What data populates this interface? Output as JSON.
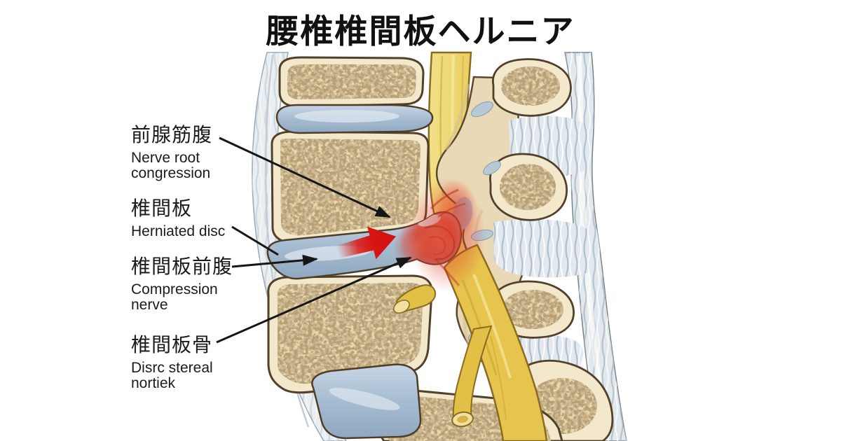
{
  "title": "腰椎椎間板ヘルニア",
  "labels": [
    {
      "jp": "前腺筋腹",
      "en": "Nerve root congression"
    },
    {
      "jp": "椎間板",
      "en": "Herniated disc"
    },
    {
      "jp": "椎間板前腹",
      "en": "Compression nerve"
    },
    {
      "jp": "椎間板骨",
      "en": "Disrc stereal nortiek"
    }
  ],
  "figure": {
    "subject": "sagittal section of lumbar spine with herniated disc compressing the nerve root",
    "parts": {
      "vertebra": "vertebral body (spongy bone)",
      "disc": "intervertebral disc",
      "herniation": "herniated disc bulge with inflammation",
      "nerve": "spinal nerve / cauda equina",
      "spinous": "spinous process",
      "ligament": "spinal ligaments"
    },
    "colors": {
      "background": "#ffffff",
      "bone": "#f3e8cc",
      "bone_speckle": "#9a7c4f",
      "disc_blue": "#9fb6cc",
      "nerve_yellow": "#e6c44d",
      "inflammation_red": "#d84434",
      "arrow_red": "#d81513",
      "outline_brown": "#4f3d28",
      "text": "#1b1b1b"
    }
  }
}
